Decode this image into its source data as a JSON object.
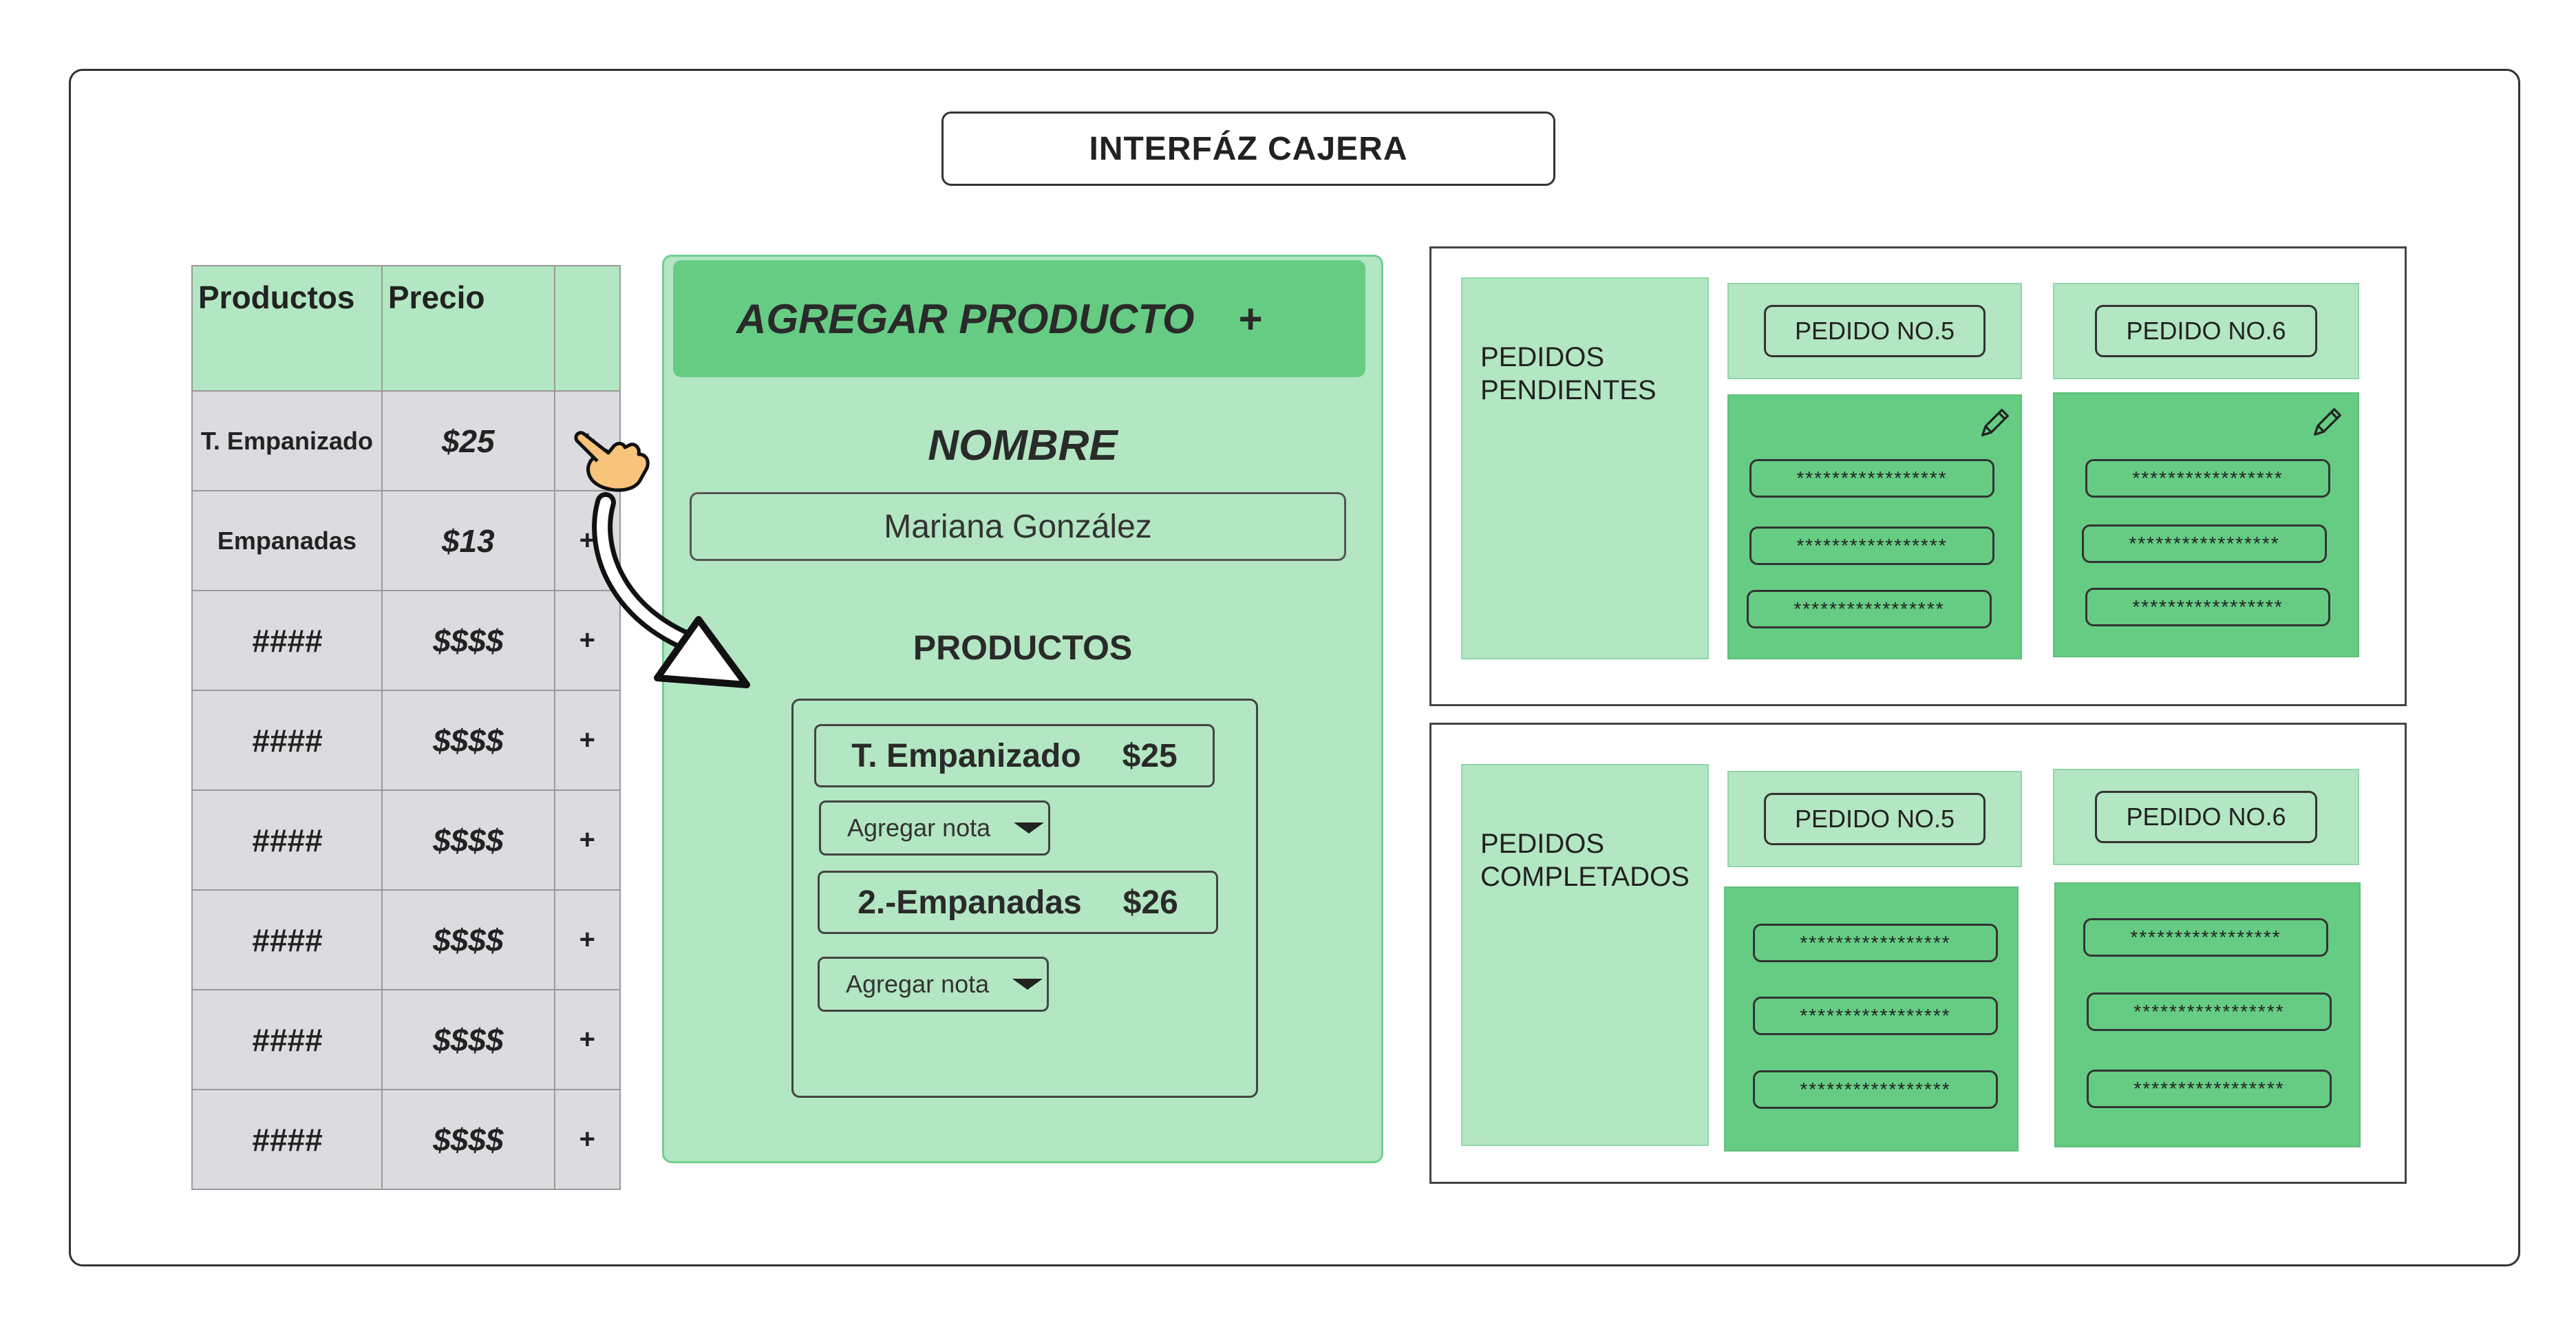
{
  "title": "INTERFÁZ CAJERA",
  "products_table": {
    "headers": [
      "Productos",
      "Precio",
      ""
    ],
    "rows": [
      {
        "name": "T. Empanizado",
        "price": "$25",
        "action": "+"
      },
      {
        "name": "Empanadas",
        "price": "$13",
        "action": "+"
      },
      {
        "name": "####",
        "price": "$$$$",
        "action": "+"
      },
      {
        "name": "####",
        "price": "$$$$",
        "action": "+"
      },
      {
        "name": "####",
        "price": "$$$$",
        "action": "+"
      },
      {
        "name": "####",
        "price": "$$$$",
        "action": "+"
      },
      {
        "name": "####",
        "price": "$$$$",
        "action": "+"
      },
      {
        "name": "####",
        "price": "$$$$",
        "action": "+"
      }
    ]
  },
  "add_panel": {
    "header": "AGREGAR PRODUCTO",
    "header_plus": "+",
    "name_label": "NOMBRE",
    "name_value": "Mariana González",
    "products_label": "PRODUCTOS",
    "items": [
      {
        "name": "T. Empanizado",
        "price": "$25",
        "note": "Agregar nota"
      },
      {
        "name": "2.-Empanadas",
        "price": "$26",
        "note": "Agregar nota"
      }
    ]
  },
  "pending": {
    "label_line1": "PEDIDOS",
    "label_line2": "PENDIENTES",
    "orders": [
      {
        "label": "PEDIDO NO.5",
        "lines": [
          "*****************",
          "*****************",
          "*****************"
        ]
      },
      {
        "label": "PEDIDO NO.6",
        "lines": [
          "*****************",
          "*****************",
          "*****************"
        ]
      }
    ]
  },
  "completed": {
    "label_line1": "PEDIDOS",
    "label_line2": "COMPLETADOS",
    "orders": [
      {
        "label": "PEDIDO NO.5",
        "lines": [
          "*****************",
          "*****************",
          "*****************"
        ]
      },
      {
        "label": "PEDIDO NO.6",
        "lines": [
          "*****************",
          "*****************",
          "*****************"
        ]
      }
    ]
  },
  "icons": {
    "pointer": "hand-pointer-icon",
    "arrow": "arrow-icon",
    "edit": "pencil-icon",
    "dropdown": "caret-down-icon"
  },
  "colors": {
    "light_green": "#b3e6c3",
    "green": "#66cc84",
    "gray": "#dcdce0"
  }
}
